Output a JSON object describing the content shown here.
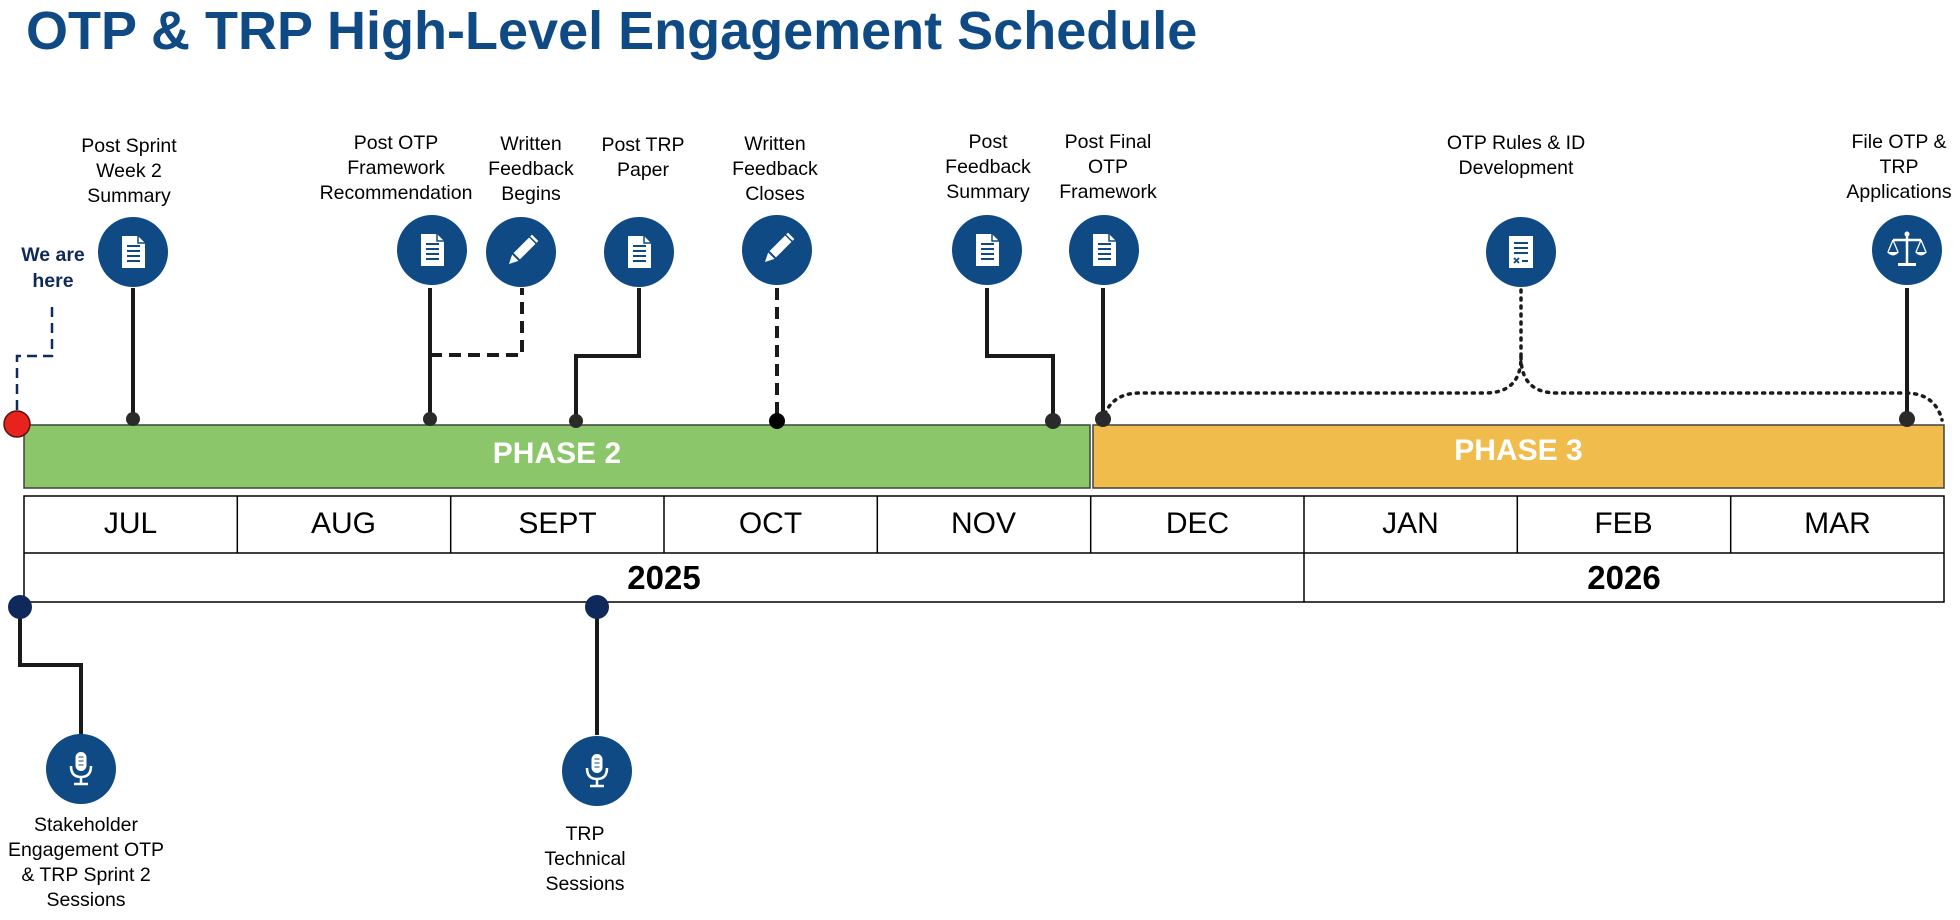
{
  "title": "OTP & TRP High-Level Engagement Schedule",
  "we_are_here": "We are\nhere",
  "phases": [
    {
      "label": "PHASE 2",
      "color": "#8cc66b"
    },
    {
      "label": "PHASE 3",
      "color": "#f0bc4c"
    }
  ],
  "months": [
    "JUL",
    "AUG",
    "SEPT",
    "OCT",
    "NOV",
    "DEC",
    "JAN",
    "FEB",
    "MAR"
  ],
  "years": [
    "2025",
    "2026"
  ],
  "milestones_top": [
    {
      "label": "Post Sprint\nWeek 2\nSummary",
      "icon": "document-icon"
    },
    {
      "label": "Post OTP\nFramework\nRecommendation",
      "icon": "document-icon"
    },
    {
      "label": "Written\nFeedback\nBegins",
      "icon": "pencil-icon"
    },
    {
      "label": "Post TRP\nPaper",
      "icon": "document-icon"
    },
    {
      "label": "Written\nFeedback\nCloses",
      "icon": "pencil-icon"
    },
    {
      "label": "Post\nFeedback\nSummary",
      "icon": "document-icon"
    },
    {
      "label": "Post Final\nOTP\nFramework",
      "icon": "document-icon"
    },
    {
      "label": "OTP Rules & ID\nDevelopment",
      "icon": "rules-document-icon"
    },
    {
      "label": "File OTP &\nTRP\nApplications",
      "icon": "scales-icon"
    }
  ],
  "milestones_bottom": [
    {
      "label": "Stakeholder\nEngagement OTP\n& TRP Sprint 2\nSessions",
      "icon": "microphone-icon"
    },
    {
      "label": "TRP\nTechnical\nSessions",
      "icon": "microphone-icon"
    }
  ],
  "colors": {
    "title": "#0f4a84",
    "icon_circle": "#0f4a84",
    "current_marker": "#e8221d",
    "bottom_dot": "#0f2a5a"
  }
}
